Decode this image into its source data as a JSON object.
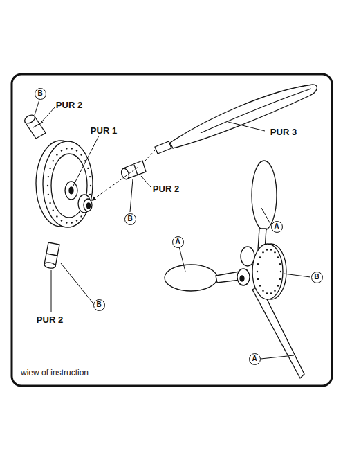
{
  "diagram": {
    "labels": [
      "B",
      "PUR 2",
      "PUR 3",
      "PUR 1",
      "PUR 2",
      "B",
      "A",
      "A",
      "B",
      "B",
      "PUR 2",
      "A",
      "wiew of instruction"
    ]
  }
}
